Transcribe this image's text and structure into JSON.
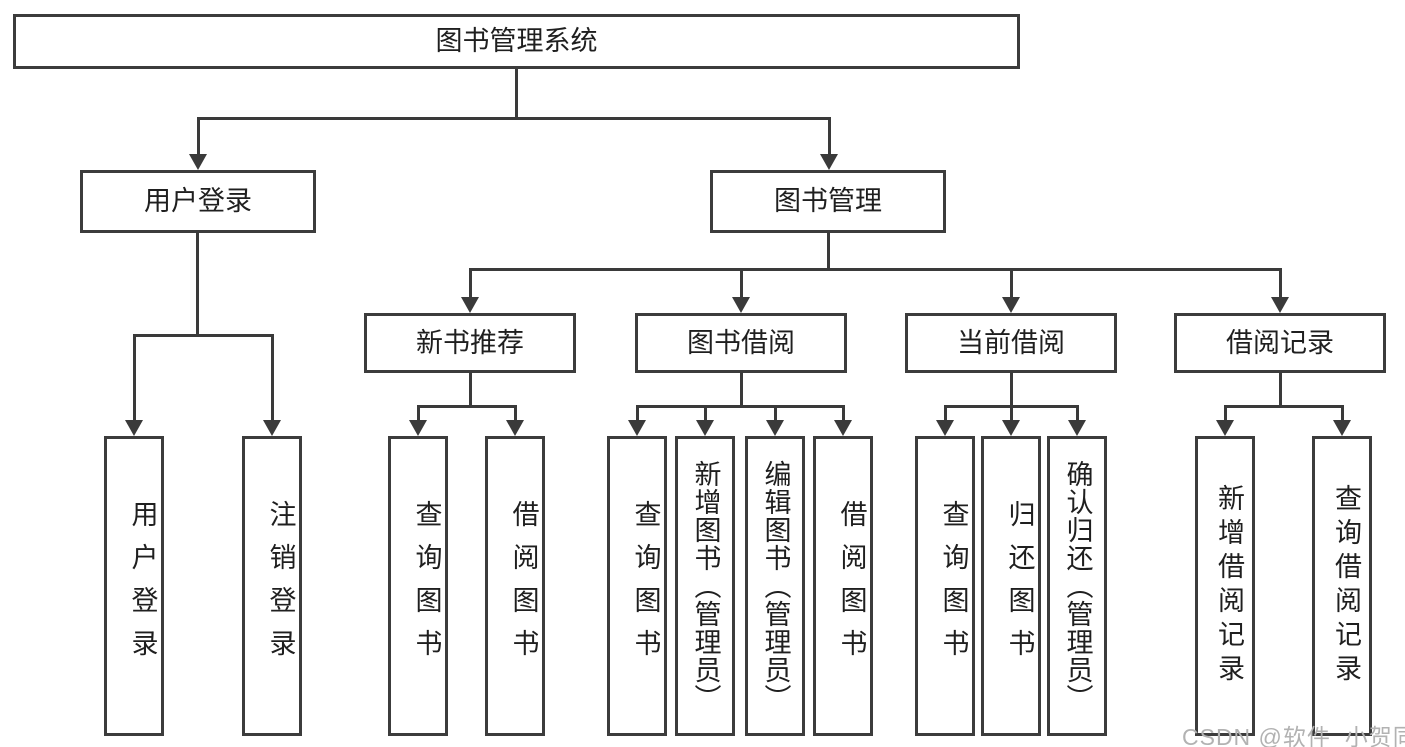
{
  "diagram": {
    "root": {
      "label": "图书管理系统"
    },
    "branches": [
      {
        "label": "用户登录",
        "leaves": [
          "用户登录",
          "注销登录"
        ]
      },
      {
        "label": "图书管理",
        "groups": [
          {
            "label": "新书推荐",
            "leaves": [
              "查询图书",
              "借阅图书"
            ]
          },
          {
            "label": "图书借阅",
            "leaves": [
              "查询图书",
              "新增图书（管理员）",
              "编辑图书（管理员）",
              "借阅图书"
            ]
          },
          {
            "label": "当前借阅",
            "leaves": [
              "查询图书",
              "归还图书",
              "确认归还（管理员）"
            ]
          },
          {
            "label": "借阅记录",
            "leaves": [
              "新增借阅记录",
              "查询借阅记录"
            ]
          }
        ]
      }
    ]
  },
  "watermark": {
    "text": "CSDN @软件_小贺同学"
  },
  "colors": {
    "line": "#3a3a3a",
    "border": "#3c3c3c",
    "text": "#1f1f1f",
    "background": "#ffffff",
    "watermark": "#b2b2b2"
  }
}
